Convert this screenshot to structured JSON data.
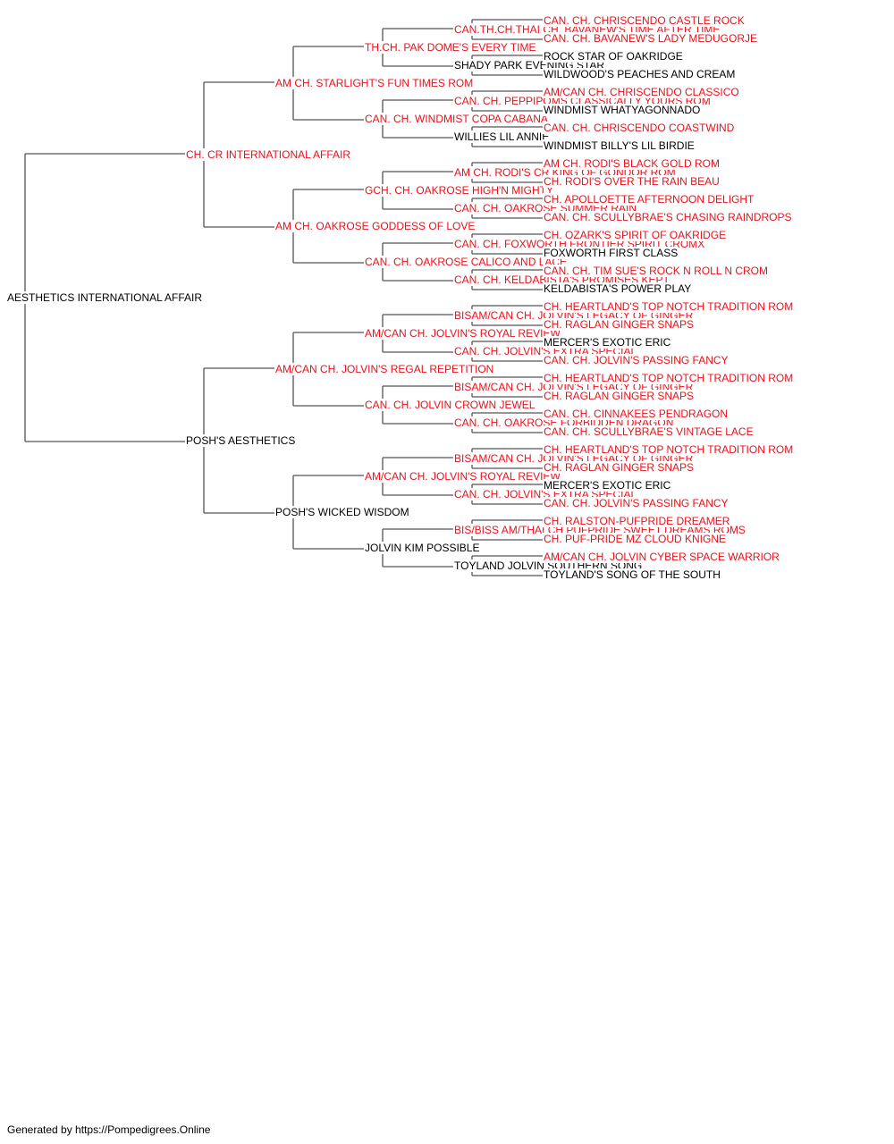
{
  "colors": {
    "champion": "#e8121c",
    "regular": "#000000",
    "line": "#555555"
  },
  "tree": {
    "name": "AESTHETICS INTERNATIONAL AFFAIR",
    "champion": false,
    "sire": {
      "name": "CH. CR INTERNATIONAL AFFAIR",
      "champion": true,
      "sire": {
        "name": "AM CH. STARLIGHT'S FUN TIMES ROM",
        "champion": true,
        "sire": {
          "name": "TH.CH. PAK DOME'S EVERY TIME",
          "champion": true,
          "sire": {
            "name": "CAN.TH.CH.THAI CH. BAVANEW'S TIME AFTER TIME",
            "champion": true,
            "sire": {
              "name": "CAN. CH. CHRISCENDO CASTLE ROCK",
              "champion": true
            },
            "dam": {
              "name": "CAN. CH. BAVANEW'S LADY MEDUGORJE",
              "champion": true
            }
          },
          "dam": {
            "name": "SHADY PARK EVENING STAR",
            "champion": false,
            "sire": {
              "name": "ROCK STAR OF OAKRIDGE",
              "champion": false
            },
            "dam": {
              "name": "WILDWOOD'S PEACHES AND CREAM",
              "champion": false
            }
          }
        },
        "dam": {
          "name": "CAN. CH. WINDMIST COPA CABANA",
          "champion": true,
          "sire": {
            "name": "CAN. CH. PEPPIPOMS CLASSICALLY YOURS ROM",
            "champion": true,
            "sire": {
              "name": "AM/CAN CH. CHRISCENDO CLASSICO",
              "champion": true
            },
            "dam": {
              "name": "WINDMIST WHATYAGONNADO",
              "champion": false
            }
          },
          "dam": {
            "name": "WILLIES LIL ANNIE",
            "champion": false,
            "sire": {
              "name": "CAN. CH. CHRISCENDO COASTWIND",
              "champion": true
            },
            "dam": {
              "name": "WINDMIST BILLY'S LIL BIRDIE",
              "champion": false
            }
          }
        }
      },
      "dam": {
        "name": "AM CH. OAKROSE GODDESS OF LOVE",
        "champion": true,
        "sire": {
          "name": "GCH. CH. OAKROSE HIGH'N MIGHTY",
          "champion": true,
          "sire": {
            "name": "AM CH. RODI'S CR KING OF GONDOR ROM",
            "champion": true,
            "sire": {
              "name": "AM CH. RODI'S BLACK GOLD ROM",
              "champion": true
            },
            "dam": {
              "name": "CH. RODI'S OVER THE RAIN BEAU",
              "champion": true
            }
          },
          "dam": {
            "name": "CAN. CH. OAKROSE SUMMER RAIN",
            "champion": true,
            "sire": {
              "name": "CH. APOLLOETTE AFTERNOON DELIGHT",
              "champion": true
            },
            "dam": {
              "name": "CAN. CH. SCULLYBRAE'S CHASING RAINDROPS",
              "champion": true
            }
          }
        },
        "dam": {
          "name": "CAN. CH. OAKROSE CALICO AND LACE",
          "champion": true,
          "sire": {
            "name": "CAN. CH. FOXWORTH FRONTIER SPIRIT CROMX",
            "champion": true,
            "sire": {
              "name": "CH. OZARK'S SPIRIT OF OAKRIDGE",
              "champion": true
            },
            "dam": {
              "name": "FOXWORTH FIRST CLASS",
              "champion": false
            }
          },
          "dam": {
            "name": "CAN. CH. KELDABISTA'S PROMISES KEPT",
            "champion": true,
            "sire": {
              "name": "CAN. CH. TIM SUE'S ROCK N ROLL N CROM",
              "champion": true
            },
            "dam": {
              "name": "KELDABISTA'S POWER PLAY",
              "champion": false
            }
          }
        }
      }
    },
    "dam": {
      "name": "POSH'S AESTHETICS",
      "champion": false,
      "sire": {
        "name": "AM/CAN CH. JOLVIN'S REGAL REPETITION",
        "champion": true,
        "sire": {
          "name": "AM/CAN CH. JOLVIN'S ROYAL REVIEW",
          "champion": true,
          "sire": {
            "name": "BISAM/CAN CH. JOLVIN'S LEGACY OF GINGER",
            "champion": true,
            "sire": {
              "name": "CH. HEARTLAND'S TOP NOTCH TRADITION ROM",
              "champion": true
            },
            "dam": {
              "name": "CH. RAGLAN GINGER SNAPS",
              "champion": true
            }
          },
          "dam": {
            "name": "CAN. CH. JOLVIN'S EXTRA SPECIAL",
            "champion": true,
            "sire": {
              "name": "MERCER'S EXOTIC ERIC",
              "champion": false
            },
            "dam": {
              "name": "CAN. CH. JOLVIN'S PASSING FANCY",
              "champion": true
            }
          }
        },
        "dam": {
          "name": "CAN. CH. JOLVIN CROWN JEWEL",
          "champion": true,
          "sire": {
            "name": "BISAM/CAN CH. JOLVIN'S LEGACY OF GINGER",
            "champion": true,
            "sire": {
              "name": "CH. HEARTLAND'S TOP NOTCH TRADITION ROM",
              "champion": true
            },
            "dam": {
              "name": "CH. RAGLAN GINGER SNAPS",
              "champion": true
            }
          },
          "dam": {
            "name": "CAN. CH. OAKROSE FORBIDDEN DRAGON",
            "champion": true,
            "sire": {
              "name": "CAN. CH. CINNAKEES PENDRAGON",
              "champion": true
            },
            "dam": {
              "name": "CAN. CH. SCULLYBRAE'S VINTAGE LACE",
              "champion": true
            }
          }
        }
      },
      "dam": {
        "name": "POSH'S WICKED WISDOM",
        "champion": false,
        "sire": {
          "name": "AM/CAN CH. JOLVIN'S ROYAL REVIEW",
          "champion": true,
          "sire": {
            "name": "BISAM/CAN CH. JOLVIN'S LEGACY OF GINGER",
            "champion": true,
            "sire": {
              "name": "CH. HEARTLAND'S TOP NOTCH TRADITION ROM",
              "champion": true
            },
            "dam": {
              "name": "CH. RAGLAN GINGER SNAPS",
              "champion": true
            }
          },
          "dam": {
            "name": "CAN. CH. JOLVIN'S EXTRA SPECIAL",
            "champion": true,
            "sire": {
              "name": "MERCER'S EXOTIC ERIC",
              "champion": false
            },
            "dam": {
              "name": "CAN. CH. JOLVIN'S PASSING FANCY",
              "champion": true
            }
          }
        },
        "dam": {
          "name": "JOLVIN KIM POSSIBLE",
          "champion": false,
          "sire": {
            "name": "BIS/BISS AM/THAI CH PUFPRIDE SWEET DREAMS ROMS",
            "champion": true,
            "sire": {
              "name": "CH. RALSTON-PUFPRIDE DREAMER",
              "champion": true
            },
            "dam": {
              "name": "CH. PUF-PRIDE MZ CLOUD KNIGNE",
              "champion": true
            }
          },
          "dam": {
            "name": "TOYLAND JOLVIN SOUTHERN SONG",
            "champion": false,
            "sire": {
              "name": "AM/CAN CH. JOLVIN CYBER SPACE WARRIOR",
              "champion": true
            },
            "dam": {
              "name": "TOYLAND'S SONG OF THE SOUTH",
              "champion": false
            }
          }
        }
      }
    }
  },
  "footer": {
    "text": "Generated by https://Pompedigrees.Online"
  }
}
